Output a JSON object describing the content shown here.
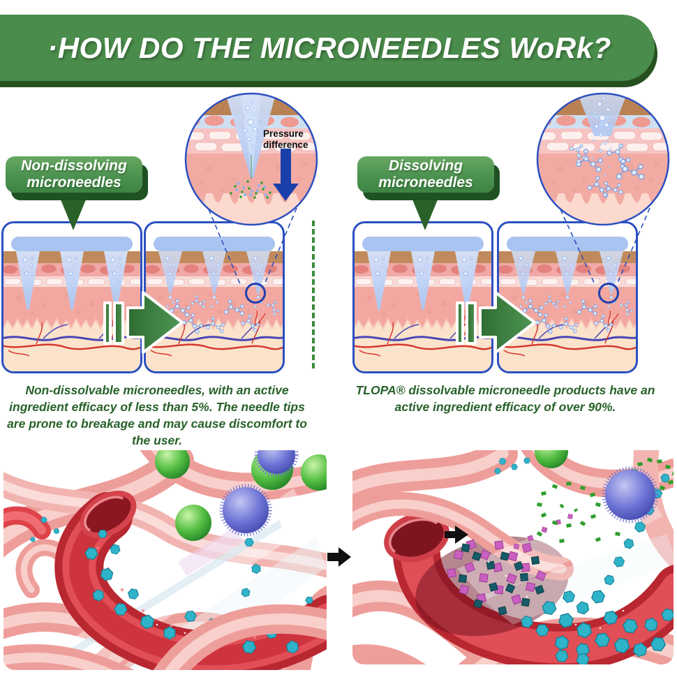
{
  "header": {
    "title": "·HOW DO THE MICRONEEDLES WoRk?"
  },
  "left_section": {
    "bubble_label": "Non-dissolving microneedles",
    "magnifier_annotation": "Pressure difference",
    "caption": "Non-dissolvable microneedles, with an active ingredient efficacy of less than 5%. The needle tips are prone to breakage and may cause discomfort to the user."
  },
  "right_section": {
    "bubble_label": "Dissolving microneedles",
    "caption": "TLOPA® dissolvable microneedle products have an active ingredient efficacy of over 90%."
  },
  "icons": {
    "pressure_arrow": "down-arrow",
    "transition_arrow": "right-arrow",
    "between_images_arrow": "right-arrow",
    "magnifier_callout": "magnifier-circle"
  },
  "colors": {
    "banner_green": "#4a8c4b",
    "banner_shadow_green": "#27511f",
    "bubble_green": "#4c9150",
    "bubble_shadow_green": "#1e5222",
    "caption_text_green": "#27612a",
    "panel_border_blue": "#2b50c1",
    "pressure_arrow_blue": "#1b3faa",
    "divider_green": "#3c8c3c",
    "skin_pink": "#f2a8a0",
    "patch_blue": "#a9c4f0",
    "needle_blue": "#bcd3f7",
    "stratum_brown": "#c08a5c",
    "hypodermis_cream": "#fbe3cb",
    "vessel_red": "#d6382f",
    "vessel_blue": "#4946b4",
    "particle_cyan": "#2fb3c9",
    "sphere_green": "#49b33c",
    "sphere_purple": "#5a61c9",
    "cube_magenta": "#c95fc0",
    "cube_teal": "#155b68",
    "blood_vessel_red": "#b92731",
    "tissue_pink": "#ee9e9a",
    "arrow_black": "#111111"
  }
}
